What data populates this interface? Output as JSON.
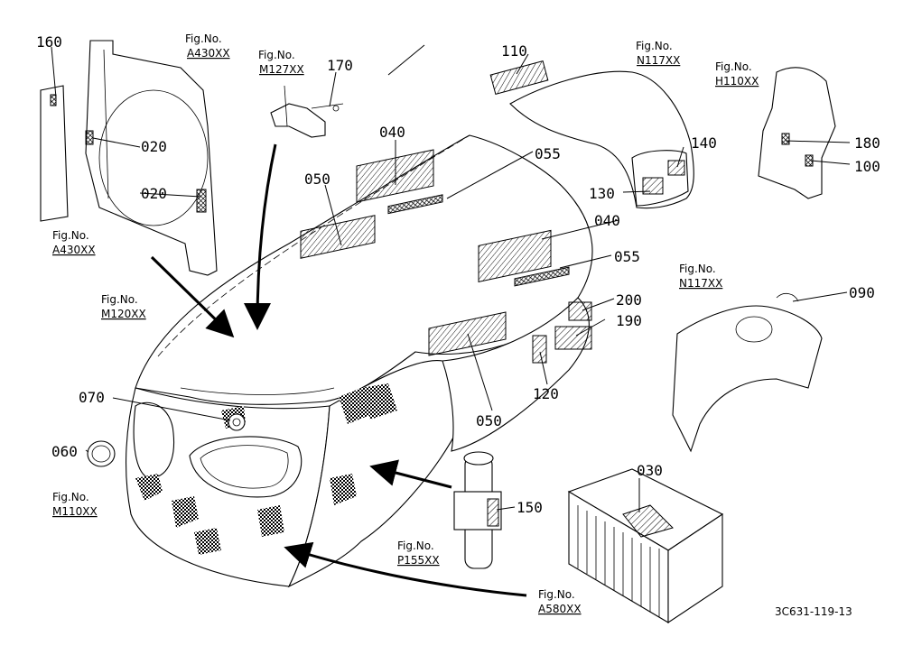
{
  "callouts": {
    "p160": "160",
    "p020a": "020",
    "p020b": "020",
    "p170": "170",
    "p040a": "040",
    "p050a": "050",
    "p055a": "055",
    "p110": "110",
    "p140": "140",
    "p130": "130",
    "p180": "180",
    "p100": "100",
    "p040b": "040",
    "p055b": "055",
    "p200": "200",
    "p190": "190",
    "p090": "090",
    "p120": "120",
    "p050b": "050",
    "p070": "070",
    "p060": "060",
    "p030": "030",
    "p150": "150"
  },
  "fig_refs": {
    "fig_label": "Fig.No.",
    "a430_top": "A430XX",
    "m127": "M127XX",
    "n117_top": "N117XX",
    "h110": "H110XX",
    "a430_left": "A430XX",
    "m120": "M120XX",
    "n117_right": "N117XX",
    "m110": "M110XX",
    "p155": "P155XX",
    "a580": "A580XX"
  },
  "drawing_number": "3C631-119-13"
}
